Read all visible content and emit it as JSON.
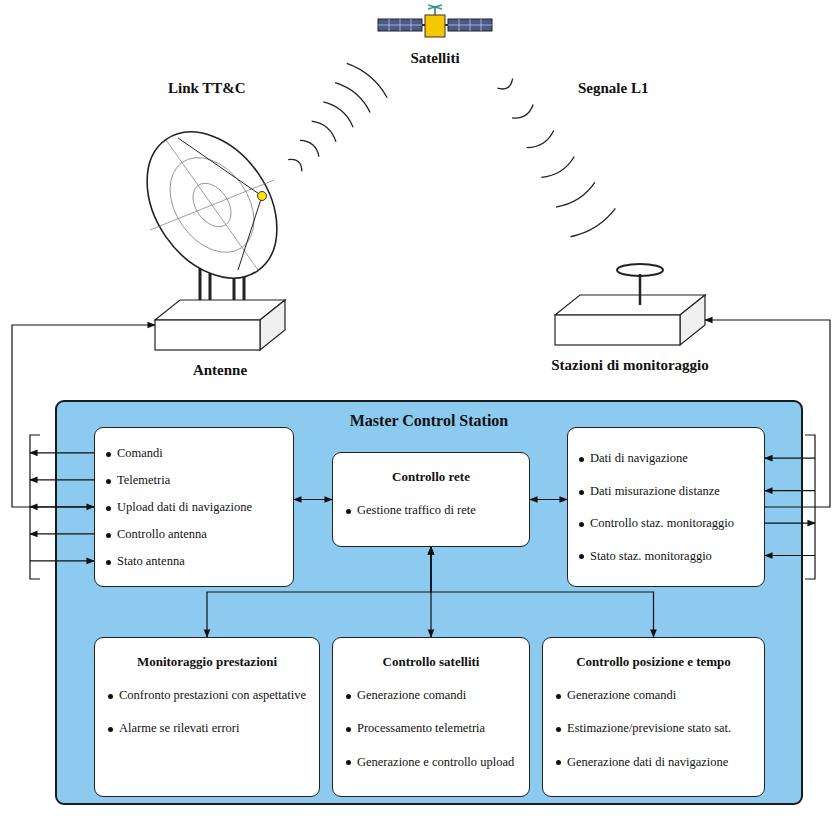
{
  "diagram": {
    "nodes": [
      {
        "text": [
          "Satelliti"
        ]
      },
      {
        "text": [
          "Antenne"
        ]
      },
      {
        "text": [
          "Stazioni di monitoraggio"
        ]
      },
      {
        "text": [
          "Master Control Station"
        ]
      },
      {
        "text": [
          "Comandi",
          "Telemetria",
          "Upload dati di navigazione",
          "Controllo antenna",
          "Stato antenna"
        ],
        "in": 3
      },
      {
        "text": [
          "Controllo rete",
          "Gestione traffico di rete"
        ],
        "in": 3
      },
      {
        "text": [
          "Dati di navigazione",
          "Dati misurazione distanze",
          "Controllo staz. monitoraggio",
          "Stato staz. monitoraggio"
        ],
        "in": 3
      },
      {
        "text": [
          "Monitoraggio prestazioni",
          "Confronto prestazioni con aspettative",
          "Alarme se rilevati errori"
        ],
        "in": 3
      },
      {
        "text": [
          "Controllo satelliti",
          "Generazione comandi",
          "Processamento telemetria",
          "Generazione e controllo upload"
        ],
        "in": 3
      },
      {
        "text": [
          "Controllo posizione e tempo",
          "Generazione comandi",
          "Estimazione/previsione stato sat.",
          "Generazione dati di navigazione"
        ],
        "in": 3
      }
    ],
    "edges": [
      {
        "from": 4,
        "to": 1,
        "arrow": "to"
      },
      {
        "from": 4,
        "to": 5,
        "arrow": "both"
      },
      {
        "from": 5,
        "to": 6,
        "arrow": "both"
      },
      {
        "from": 6,
        "to": 2,
        "arrow": "to"
      },
      {
        "from": 5,
        "to": 7,
        "arrow": "both"
      },
      {
        "from": 5,
        "to": 8,
        "arrow": "both"
      },
      {
        "from": 5,
        "to": 9,
        "arrow": "both"
      }
    ],
    "labels": [
      "Link TT&C",
      "Segnale L1"
    ]
  }
}
